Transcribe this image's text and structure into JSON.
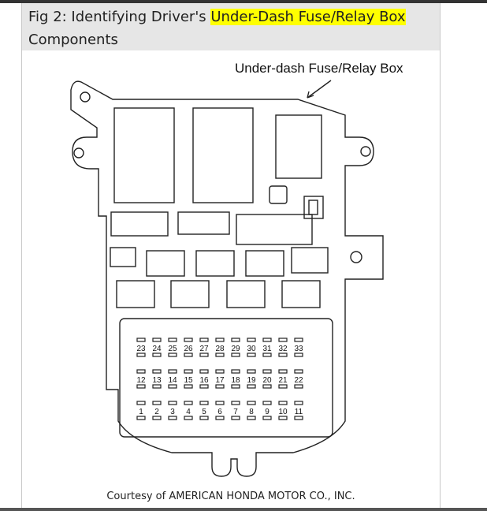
{
  "caption": {
    "prefix": "Fig 2: Identifying Driver's ",
    "highlight": "Under-Dash Fuse/Relay Box",
    "suffix": " Components"
  },
  "diagram": {
    "callout": "Under-dash Fuse/Relay Box",
    "fuse_rows": [
      [
        "23",
        "24",
        "25",
        "26",
        "27",
        "28",
        "29",
        "30",
        "31",
        "32",
        "33"
      ],
      [
        "12",
        "13",
        "14",
        "15",
        "16",
        "17",
        "18",
        "19",
        "20",
        "21",
        "22"
      ],
      [
        "1",
        "2",
        "3",
        "4",
        "5",
        "6",
        "7",
        "8",
        "9",
        "10",
        "11"
      ]
    ]
  },
  "credit": "Courtesy of AMERICAN HONDA MOTOR CO., INC.",
  "colors": {
    "highlight": "#ffff00",
    "caption_bg": "#e6e6e6",
    "line": "#222222"
  }
}
